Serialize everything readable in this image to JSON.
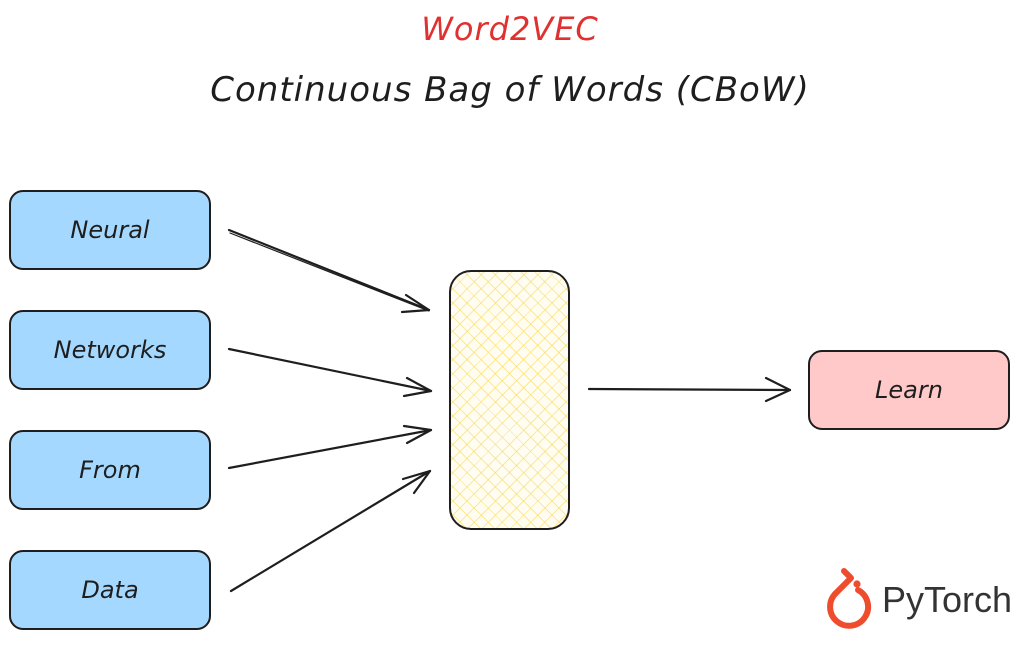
{
  "title": "Word2VEC",
  "subtitle": "Continuous Bag of Words (CBoW)",
  "inputs": [
    "Neural",
    "Networks",
    "From",
    "Data"
  ],
  "output": "Learn",
  "logo": {
    "text": "PyTorch",
    "icon": "pytorch-flame-icon",
    "color": "#ee4c2c"
  },
  "colors": {
    "title": "#e03131",
    "input_fill": "#a5d8ff",
    "output_fill": "#ffc9c9",
    "hidden_hatch": "#fad750",
    "stroke": "#1e1e1e"
  }
}
